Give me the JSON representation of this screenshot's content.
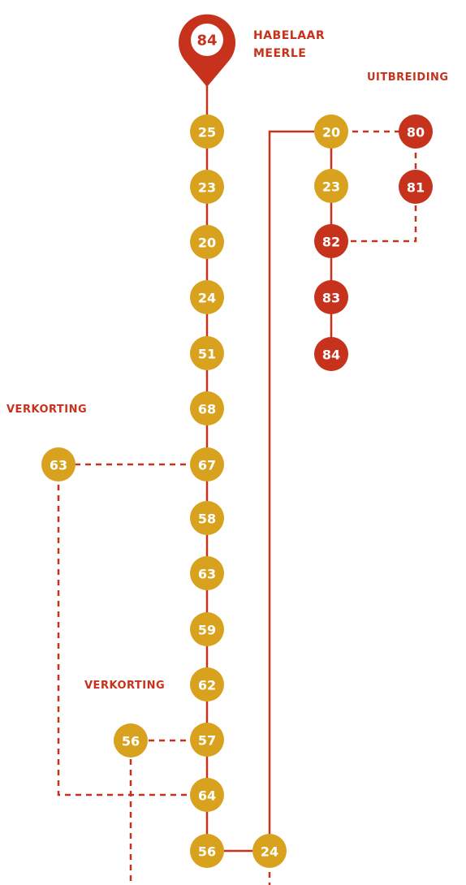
{
  "colors": {
    "route_line": "#c6321b",
    "main_node": "#d9a21e",
    "branch_node": "#c6321b",
    "node_text": "#ffffff",
    "label_text": "#c6321b",
    "background": "#ffffff"
  },
  "start_pin": {
    "icon": "map-pin-icon",
    "number": "84",
    "name_line1": "HABELAAR",
    "name_line2": "MEERLE"
  },
  "labels": {
    "uitbreiding": "UITBREIDING",
    "verkorting_upper": "VERKORTING",
    "verkorting_lower": "VERKORTING"
  },
  "main_route": [
    "25",
    "23",
    "20",
    "24",
    "51",
    "68",
    "67",
    "58",
    "63",
    "59",
    "62",
    "57",
    "64",
    "56"
  ],
  "return_route": [
    "24",
    "20",
    "23"
  ],
  "extension_route": [
    "82",
    "83",
    "84"
  ],
  "extension_loop": [
    "80",
    "81"
  ],
  "shortcut_nodes": {
    "upper": "63",
    "lower": "56"
  }
}
